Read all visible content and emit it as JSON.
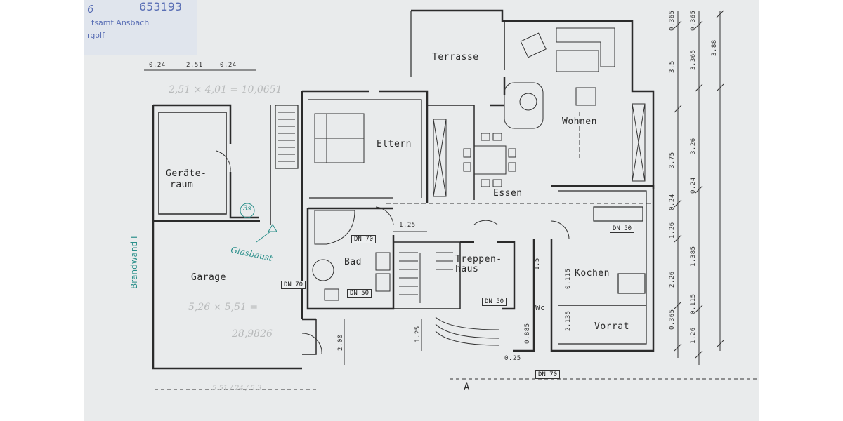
{
  "stamp": {
    "number": "653193",
    "prefix": "6",
    "authority": "tsamt Ansbach",
    "line3": "rgolf"
  },
  "rooms": {
    "terrasse": "Terrasse",
    "wohnen": "Wohnen",
    "eltern": "Eltern",
    "essen": "Essen",
    "geraete_line1": "Geräte-",
    "geraete_line2": "raum",
    "bad": "Bad",
    "treppen_line1": "Treppen-",
    "treppen_line2": "haus",
    "kochen": "Kochen",
    "vorrat": "Vorrat",
    "garage": "Garage",
    "wc": "Wc"
  },
  "pipes": {
    "dn70_bad": "DN 70",
    "dn70_left": "DN 70",
    "dn50_bad": "DN 50",
    "dn50_treppe": "DN 50",
    "dn50_kochen": "DN 50",
    "dn70_bottom": "DN 70"
  },
  "dimensions": {
    "top_left": "0.24",
    "top_mid": "2.51",
    "top_right": "0.24",
    "stair_width": "1.25",
    "entry_depth": "2.00",
    "step_width": "1.25",
    "bottom_025": "0.25",
    "wc_15": "1.5",
    "wc_0885": "0.885",
    "right_a1": "0.365",
    "right_a2": "3.5",
    "right_a3": "3.75",
    "right_a4": "0.24",
    "right_a5": "1.26",
    "right_a6": "2.26",
    "right_a7": "0.365",
    "right_b1": "0.365",
    "right_b2": "3.365",
    "right_b3": "3.26",
    "right_b4": "1.385",
    "right_b5": "0.115",
    "right_b6": "0.24",
    "right_b7": "1.26",
    "right_c1": "3.88",
    "kochen_0115": "0.115",
    "kochen_2135": "2.135"
  },
  "handwriting": {
    "area_top": "2,51 × 4,01 = 10,0651",
    "area_garage_1": "5,26 × 5,51 =",
    "area_garage_2": "28,9826",
    "glasbaust": "Glasbaust",
    "marker_3s": "3s",
    "brandwand": "Brandwand I",
    "bottom_notes": "5.51 / 24 / 5.3"
  },
  "section_mark": "A"
}
